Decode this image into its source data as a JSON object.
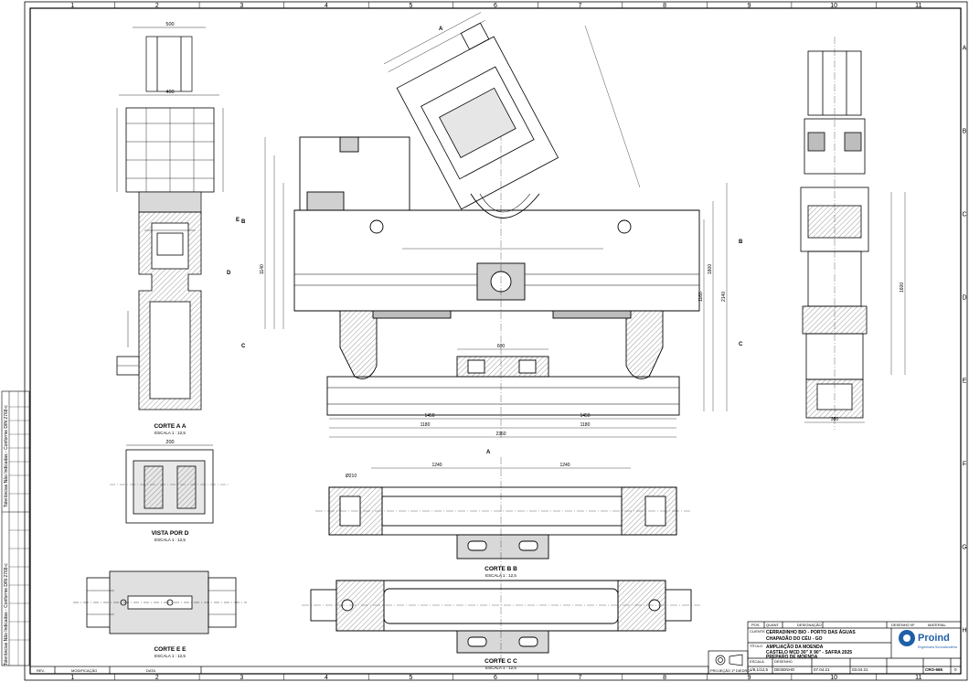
{
  "border": {
    "columns": [
      "1",
      "2",
      "3",
      "4",
      "5",
      "6",
      "7",
      "8",
      "9",
      "10",
      "11"
    ],
    "rows": [
      "A",
      "B",
      "C",
      "D",
      "E",
      "F",
      "G",
      "H"
    ]
  },
  "views": {
    "corte_aa": {
      "title": "CORTE A A",
      "scale": "ESCALA 1 : 12,5"
    },
    "vista_d": {
      "title": "VISTA POR D",
      "scale": "ESCALA 1 : 12,5"
    },
    "corte_ee": {
      "title": "CORTE E E",
      "scale": "ESCALA 1 : 12,5"
    },
    "corte_bb": {
      "title": "CORTE B B",
      "scale": "ESCALA 1 : 12,5"
    },
    "corte_cc": {
      "title": "CORTE C C",
      "scale": "ESCALA 1 : 12,5"
    }
  },
  "section_marks": {
    "a_top": "A",
    "a_bottom": "A",
    "c_left": "C",
    "c_right": "C",
    "b_left": "B",
    "b_right": "B",
    "e_right": "E",
    "d_right": "D"
  },
  "dimensions": {
    "overall_width": "2360",
    "span_left": "1180",
    "span_right": "1180",
    "inner_left": "1450",
    "inner_right": "1450",
    "bore_center": "600",
    "total_height": "2140",
    "height_2": "1800",
    "height_3": "1140",
    "right_h": "1160",
    "bb_a": "1240",
    "bb_b": "1240",
    "bb_bore": "Ø210",
    "aa_width": "500",
    "aa_inner": "400",
    "vd_width": "200",
    "side_height": "1600",
    "side_bottom": "380"
  },
  "edge_text": {
    "tol_1": "Tolerâncias Não Indicadas - Conforme DIN 2768-c",
    "tol_2": "Tolerâncias Não Indicadas - Conforme DIN 2768-c"
  },
  "title_block": {
    "header": {
      "pos": "POS.",
      "qty": "QUANT.",
      "desc": "DESIGNAÇÃO",
      "drawing": "DESENHO Nº",
      "material": "MATERIAL"
    },
    "client_label": "CLIENTE",
    "client_1": "CERRADINHO BIO - PORTO DAS ÁGUAS",
    "client_2": "CHAPADÃO DO CÉU - GO",
    "title_label": "TÍTULO",
    "title_1": "AMPLIAÇÃO DA MOENDA",
    "title_2": "CASTELO MCD 30\" X 90\" - SAFRA 2025",
    "title_3": "PREPARO DE MOENDA",
    "logo_text": "Proind",
    "logo_sub": "Engenharia Sucroalcooleira",
    "scale_label": "ESCALA",
    "scale_value": "1/8,1/12,5",
    "drawn_label": "DESENHO",
    "drawn_value": "DESENHO",
    "date_1": "07.04.21",
    "date_2": "03.04.21",
    "drawing_no": "CRO-665",
    "rev": "0",
    "projection": "PROJEÇÃO 1º DIEDRO",
    "rev_header": {
      "rev": "REV.",
      "mod": "MODIFICAÇÃO",
      "date": "DATA"
    }
  },
  "colors": {
    "line": "#000000",
    "hatch_fill": "#d9d9d9",
    "light": "#eeeeee",
    "accent": "#1f5fa8"
  }
}
